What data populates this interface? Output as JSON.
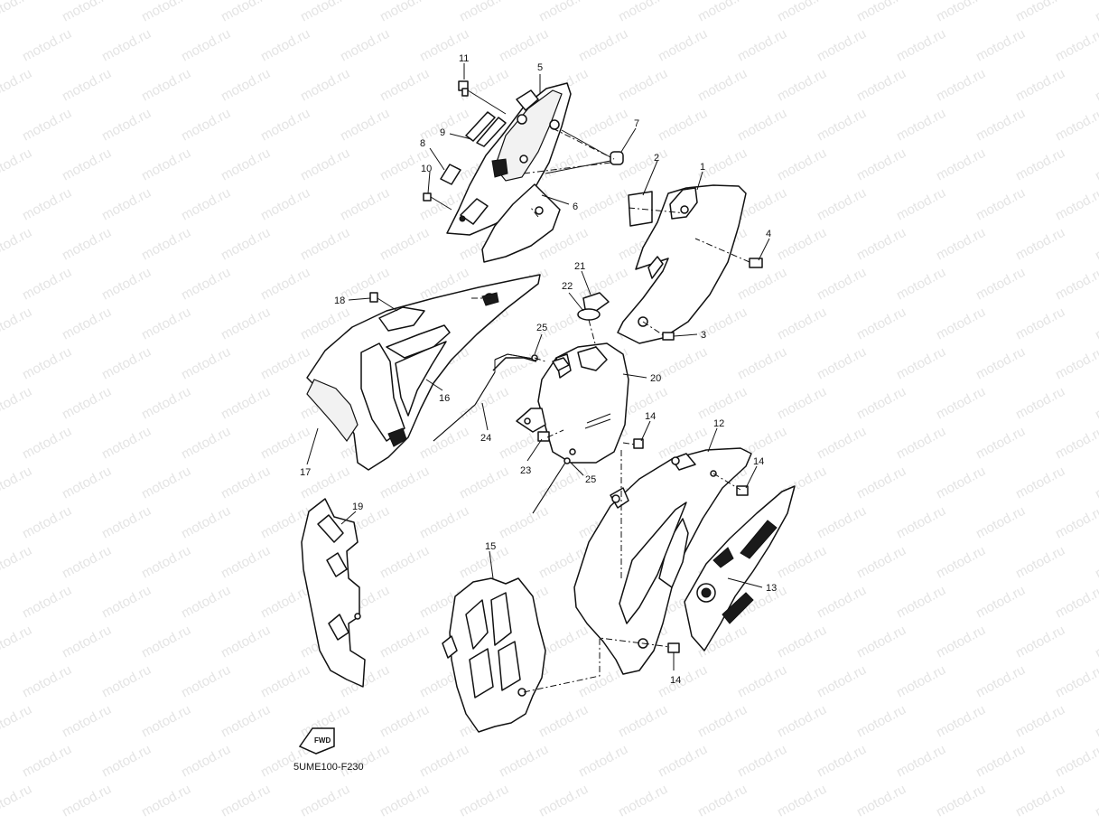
{
  "watermark": "motod.ru",
  "diagram_code": "5UME100-F230",
  "fwd_label": "FWD",
  "callouts": {
    "p1": "1",
    "p2": "2",
    "p3": "3",
    "p4": "4",
    "p5": "5",
    "p6": "6",
    "p7": "7",
    "p8": "8",
    "p9": "9",
    "p10": "10",
    "p11": "11",
    "p12": "12",
    "p13": "13",
    "p14a": "14",
    "p14b": "14",
    "p14c": "14",
    "p15": "15",
    "p16": "16",
    "p17": "17",
    "p18": "18",
    "p19": "19",
    "p20": "20",
    "p21": "21",
    "p22": "22",
    "p23": "23",
    "p24": "24",
    "p25a": "25",
    "p25b": "25"
  }
}
